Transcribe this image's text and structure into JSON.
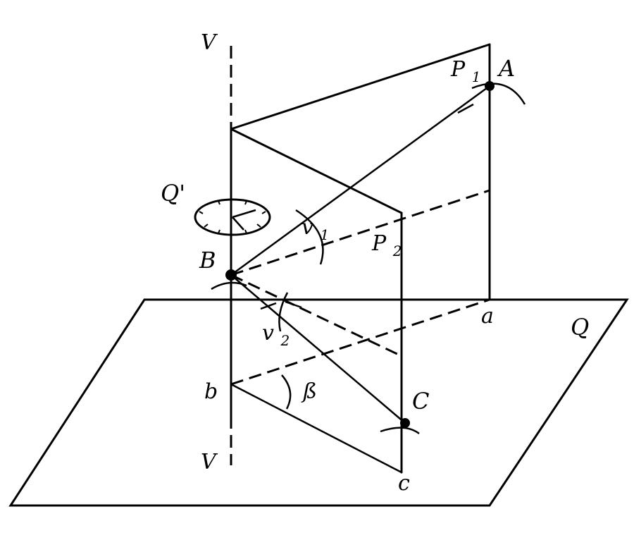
{
  "diagram": {
    "labels": {
      "vertical_top": "V",
      "vertical_bottom": "V",
      "point_A": "A",
      "point_B": "B",
      "point_C": "C",
      "proj_a": "a",
      "proj_b": "b",
      "proj_c": "c",
      "plane_Q": "Q",
      "plane_Q_prime": "Q'",
      "plane_P1": "P",
      "plane_P1_sub": "1",
      "plane_P2": "P",
      "plane_P2_sub": "2",
      "angle_v1": "v",
      "angle_v1_sub": "1",
      "angle_v2": "v",
      "angle_v2_sub": "2",
      "angle_beta": "ß"
    }
  }
}
